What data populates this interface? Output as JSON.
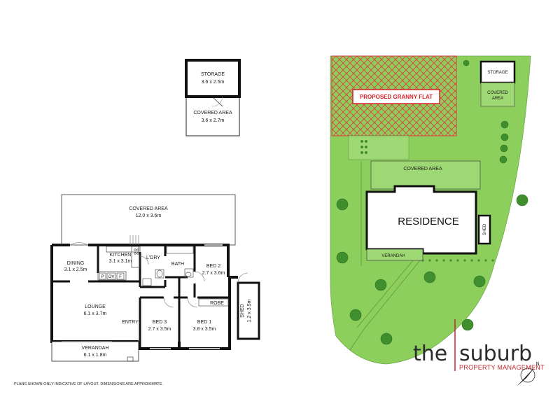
{
  "storage_plan": {
    "storage": {
      "name": "STORAGE",
      "dims": "3.6 x 2.5m"
    },
    "covered": {
      "name": "COVERED AREA",
      "dims": "3.6 x 2.7m"
    }
  },
  "floor_plan": {
    "covered_area": {
      "name": "COVERED AREA",
      "dims": "12.0 x 3.6m"
    },
    "dining": {
      "name": "DINING",
      "dims": "3.1 x 2.5m"
    },
    "kitchen": {
      "name": "KITCHEN",
      "dims": "3.1 x 3.1m"
    },
    "laundry": "L'DRY",
    "bath": "BATH",
    "bed2": {
      "name": "BED 2",
      "dims": "2.7 x 3.6m"
    },
    "lounge": {
      "name": "LOUNGE",
      "dims": "6.1 x 3.7m"
    },
    "entry": "ENTRY",
    "bed3": {
      "name": "BED 3",
      "dims": "2.7 x 3.5m"
    },
    "bed1": {
      "name": "BED 1",
      "dims": "3.8 x 3.5m"
    },
    "robe": "ROBE",
    "shed": {
      "name": "SHED",
      "dims": "1.2 x 3.5m"
    },
    "verandah": {
      "name": "VERANDAH",
      "dims": "6.1 x 1.8m"
    },
    "appliances": {
      "pantry": "P",
      "oven": "OV",
      "fridge": "F"
    }
  },
  "site_plan": {
    "granny_flat": "PROPOSED GRANNY FLAT",
    "storage": "STORAGE",
    "covered_area_small": [
      "COVERED",
      "AREA"
    ],
    "covered_area": "COVERED AREA",
    "residence": "RESIDENCE",
    "shed": "SHED",
    "verandah": "VERANDAH"
  },
  "disclaimer": "PLANS SHOWN ONLY INDICATIVE OF LAYOUT.  DIMENSIONS ARE APPROXIMATE.",
  "brand": {
    "word1": "the",
    "word2": "suburb",
    "tagline": "PROPERTY MANAGEMENT",
    "north": "N"
  },
  "colors": {
    "lawn": "#8ccf5c",
    "tree": "#3f8f2e",
    "granny_flat_hatch": "#e23b44",
    "brand_red": "#c4262e"
  }
}
